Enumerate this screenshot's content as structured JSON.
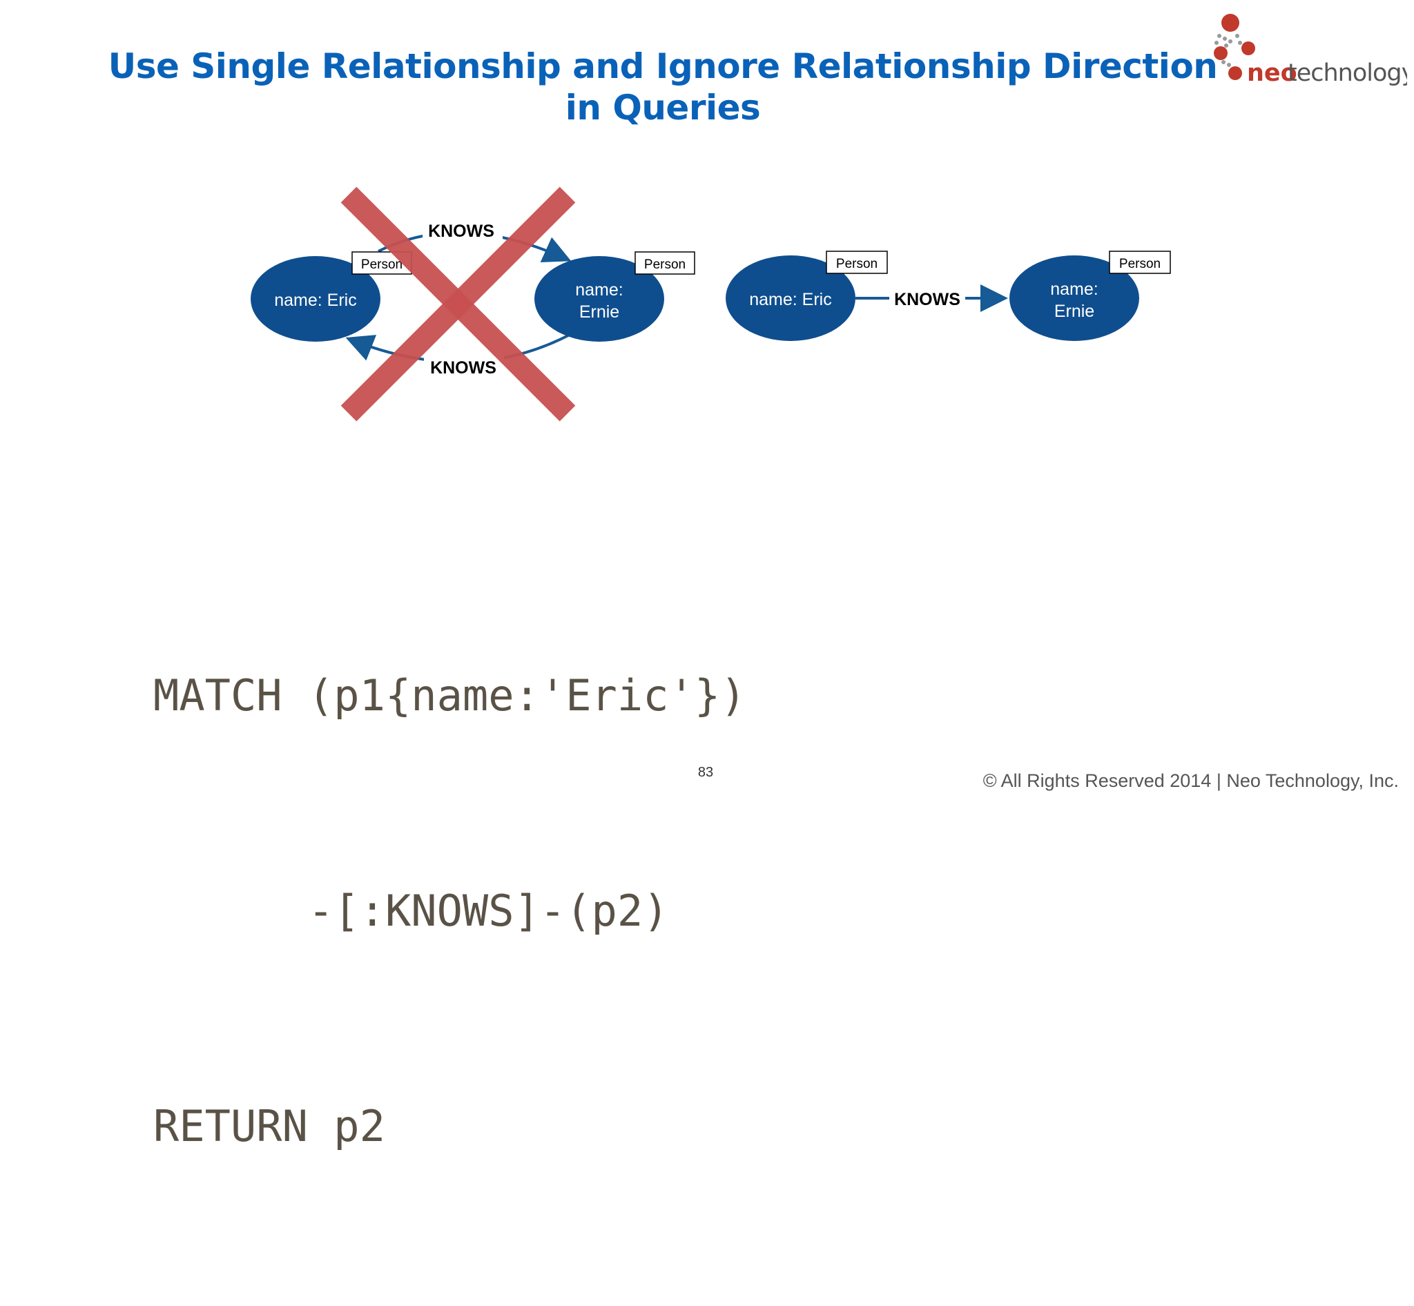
{
  "slide": {
    "title": "Use Single Relationship and Ignore Relationship Direction in Queries",
    "logo_text": {
      "neo": "neo",
      "technology": "technology"
    },
    "page_number": "83",
    "copyright": "© All Rights Reserved 2014 | Neo Technology, Inc."
  },
  "diagram": {
    "left": {
      "node_a": {
        "label": "Person",
        "name_line1": "name: Eric"
      },
      "node_b": {
        "label": "Person",
        "name_line1": "name:",
        "name_line2": "Ernie"
      },
      "rel_top": "KNOWS",
      "rel_bottom": "KNOWS",
      "crossed_out": true
    },
    "right": {
      "node_a": {
        "label": "Person",
        "name_line1": "name: Eric"
      },
      "node_b": {
        "label": "Person",
        "name_line1": "name:",
        "name_line2": "Ernie"
      },
      "rel": "KNOWS"
    }
  },
  "code": {
    "lines": [
      "MATCH (p1{name:'Eric'})",
      "      -[:KNOWS]-(p2)",
      "RETURN p2"
    ]
  },
  "colors": {
    "title": "#0a62b8",
    "node_fill": "#0f4e8e",
    "arrow": "#165a96",
    "cross": "#c75050",
    "code": "#5a5246",
    "logo_red": "#c0392b"
  }
}
